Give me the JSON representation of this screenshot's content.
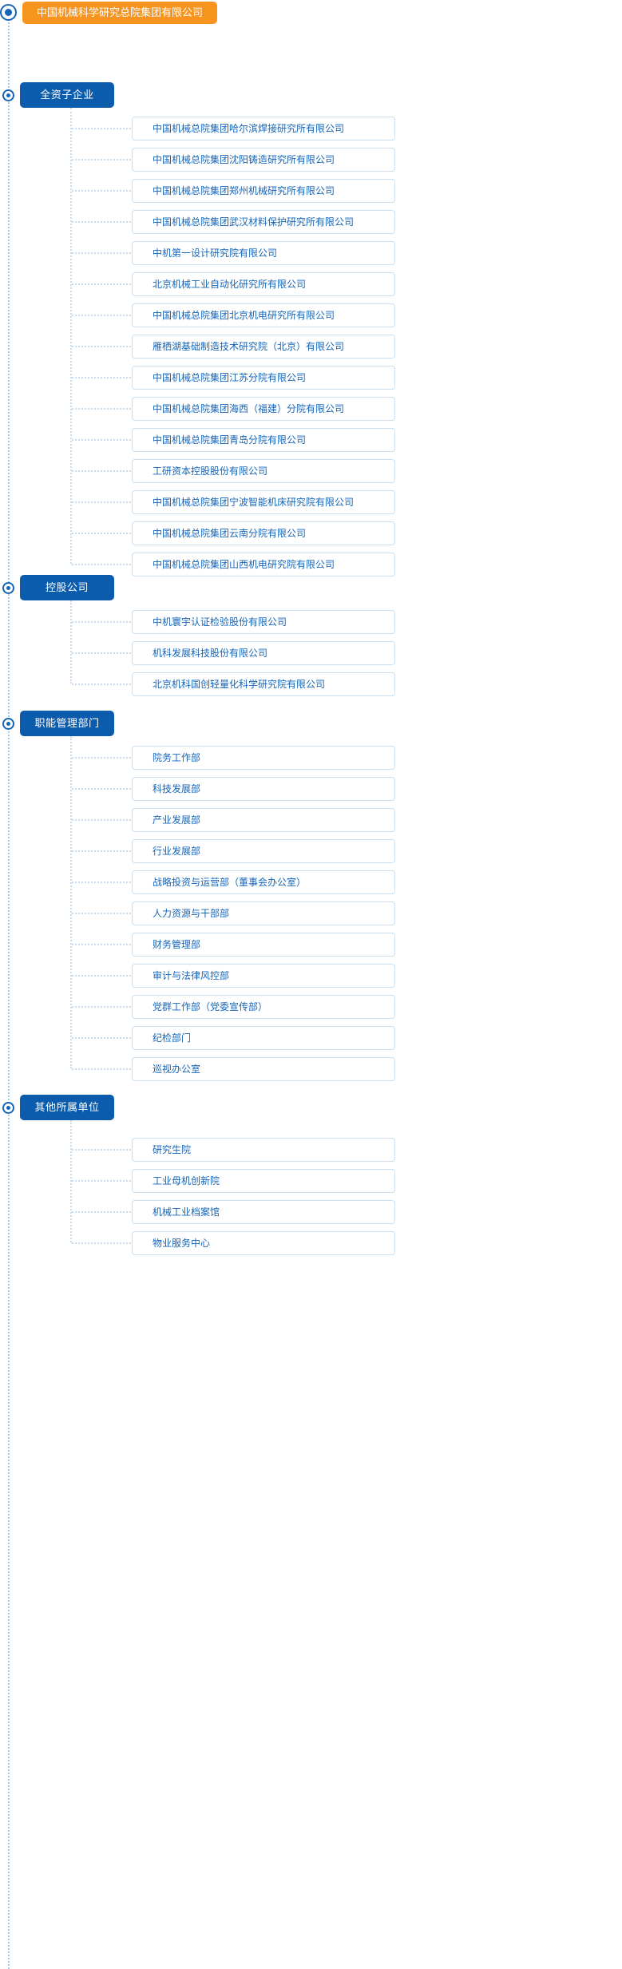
{
  "root": {
    "label": "中国机械科学研究总院集团有限公司",
    "color": "#f7941e"
  },
  "theme": {
    "header_color": "#0b5cad",
    "item_text_color": "#1565b8",
    "item_border_color": "#cbdff0",
    "line_color": "#c9dcee",
    "marker_color": "#1565b8"
  },
  "groups": [
    {
      "label": "全资子企业",
      "items": [
        {
          "label": "中国机械总院集团哈尔滨焊接研究所有限公司"
        },
        {
          "label": "中国机械总院集团沈阳铸造研究所有限公司"
        },
        {
          "label": "中国机械总院集团郑州机械研究所有限公司"
        },
        {
          "label": "中国机械总院集团武汉材料保护研究所有限公司"
        },
        {
          "label": "中机第一设计研究院有限公司"
        },
        {
          "label": "北京机械工业自动化研究所有限公司"
        },
        {
          "label": "中国机械总院集团北京机电研究所有限公司"
        },
        {
          "label": "雁栖湖基础制造技术研究院（北京）有限公司"
        },
        {
          "label": "中国机械总院集团江苏分院有限公司"
        },
        {
          "label": "中国机械总院集团海西（福建）分院有限公司"
        },
        {
          "label": "中国机械总院集团青岛分院有限公司"
        },
        {
          "label": "工研资本控股股份有限公司"
        },
        {
          "label": "中国机械总院集团宁波智能机床研究院有限公司"
        },
        {
          "label": "中国机械总院集团云南分院有限公司"
        },
        {
          "label": "中国机械总院集团山西机电研究院有限公司"
        }
      ]
    },
    {
      "label": "控股公司",
      "items": [
        {
          "label": "中机寰宇认证检验股份有限公司"
        },
        {
          "label": "机科发展科技股份有限公司"
        },
        {
          "label": "北京机科国创轻量化科学研究院有限公司"
        }
      ]
    },
    {
      "label": "职能管理部门",
      "items": [
        {
          "label": "院务工作部"
        },
        {
          "label": "科技发展部"
        },
        {
          "label": "产业发展部"
        },
        {
          "label": "行业发展部"
        },
        {
          "label": "战略投资与运营部（董事会办公室）"
        },
        {
          "label": "人力资源与干部部"
        },
        {
          "label": "财务管理部"
        },
        {
          "label": "审计与法律风控部"
        },
        {
          "label": "党群工作部（党委宣传部）"
        },
        {
          "label": "纪检部门"
        },
        {
          "label": "巡视办公室"
        }
      ]
    },
    {
      "label": "其他所属单位",
      "items": [
        {
          "label": "研究生院"
        },
        {
          "label": "工业母机创新院"
        },
        {
          "label": "机械工业档案馆"
        },
        {
          "label": "物业服务中心"
        }
      ]
    }
  ]
}
